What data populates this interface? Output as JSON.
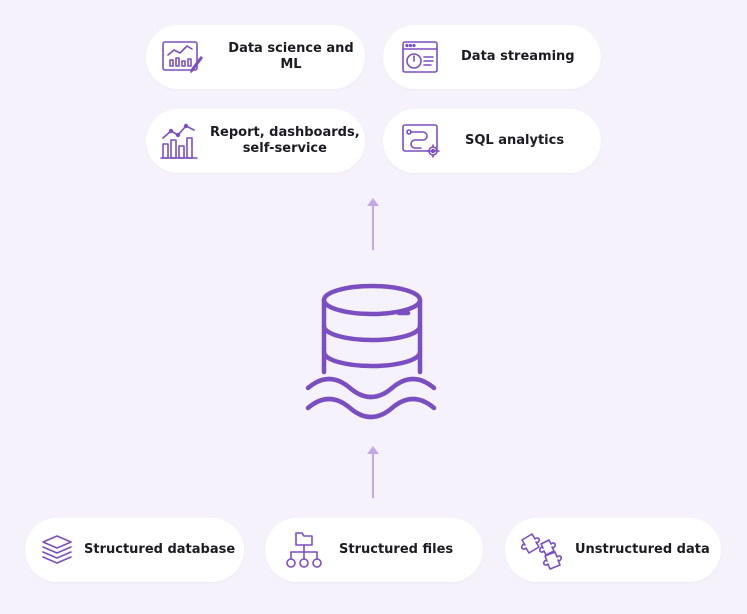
{
  "colors": {
    "background": "#f6f2fb",
    "card": "#ffffff",
    "accent": "#7b4fc1",
    "arrow": "#c2a8e6",
    "text": "#1c1b22"
  },
  "outputs": [
    {
      "label": "Data science and ML",
      "icon": "chart-pen-icon"
    },
    {
      "label": "Data streaming",
      "icon": "browser-gauge-icon"
    },
    {
      "label": "Report, dashboards,\nself-service",
      "icon": "bar-chart-trend-icon"
    },
    {
      "label": "SQL analytics",
      "icon": "workflow-gear-icon"
    }
  ],
  "center": {
    "icon": "data-lake-icon"
  },
  "sources": [
    {
      "label": "Structured database",
      "icon": "layers-icon"
    },
    {
      "label": "Structured files",
      "icon": "folder-tree-icon"
    },
    {
      "label": "Unstructured data",
      "icon": "puzzle-icon"
    }
  ]
}
